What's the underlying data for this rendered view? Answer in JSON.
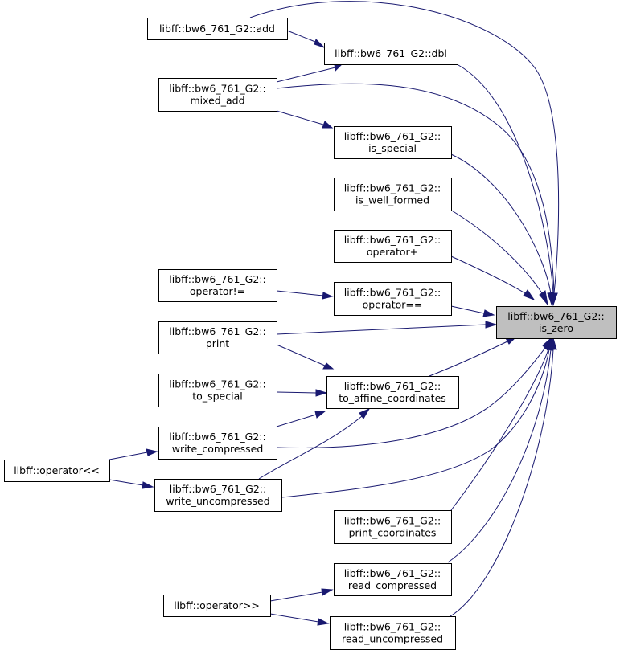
{
  "nodes": [
    {
      "id": "is_zero",
      "lines": [
        "libff::bw6_761_G2::",
        "is_zero"
      ],
      "focus": true
    },
    {
      "id": "add",
      "lines": [
        "libff::bw6_761_G2::add"
      ]
    },
    {
      "id": "dbl",
      "lines": [
        "libff::bw6_761_G2::dbl"
      ]
    },
    {
      "id": "mixed_add",
      "lines": [
        "libff::bw6_761_G2::",
        "mixed_add"
      ]
    },
    {
      "id": "is_special",
      "lines": [
        "libff::bw6_761_G2::",
        "is_special"
      ]
    },
    {
      "id": "is_well_formed",
      "lines": [
        "libff::bw6_761_G2::",
        "is_well_formed"
      ]
    },
    {
      "id": "operator_plus",
      "lines": [
        "libff::bw6_761_G2::",
        "operator+"
      ]
    },
    {
      "id": "operator_neq",
      "lines": [
        "libff::bw6_761_G2::",
        "operator!="
      ]
    },
    {
      "id": "operator_eq",
      "lines": [
        "libff::bw6_761_G2::",
        "operator=="
      ]
    },
    {
      "id": "print",
      "lines": [
        "libff::bw6_761_G2::",
        "print"
      ]
    },
    {
      "id": "to_special",
      "lines": [
        "libff::bw6_761_G2::",
        "to_special"
      ]
    },
    {
      "id": "to_affine",
      "lines": [
        "libff::bw6_761_G2::",
        "to_affine_coordinates"
      ]
    },
    {
      "id": "write_compressed",
      "lines": [
        "libff::bw6_761_G2::",
        "write_compressed"
      ]
    },
    {
      "id": "write_uncompressed",
      "lines": [
        "libff::bw6_761_G2::",
        "write_uncompressed"
      ]
    },
    {
      "id": "operator_lshift",
      "lines": [
        "libff::operator<<"
      ]
    },
    {
      "id": "print_coordinates",
      "lines": [
        "libff::bw6_761_G2::",
        "print_coordinates"
      ]
    },
    {
      "id": "read_compressed",
      "lines": [
        "libff::bw6_761_G2::",
        "read_compressed"
      ]
    },
    {
      "id": "read_uncompressed",
      "lines": [
        "libff::bw6_761_G2::",
        "read_uncompressed"
      ]
    },
    {
      "id": "operator_rshift",
      "lines": [
        "libff::operator>>"
      ]
    }
  ],
  "edges": [
    {
      "from": "add",
      "to": "is_zero"
    },
    {
      "from": "add",
      "to": "dbl"
    },
    {
      "from": "dbl",
      "to": "is_zero"
    },
    {
      "from": "mixed_add",
      "to": "dbl"
    },
    {
      "from": "mixed_add",
      "to": "is_zero"
    },
    {
      "from": "mixed_add",
      "to": "is_special"
    },
    {
      "from": "is_special",
      "to": "is_zero"
    },
    {
      "from": "is_well_formed",
      "to": "is_zero"
    },
    {
      "from": "operator_plus",
      "to": "is_zero"
    },
    {
      "from": "operator_neq",
      "to": "operator_eq"
    },
    {
      "from": "operator_eq",
      "to": "is_zero"
    },
    {
      "from": "print",
      "to": "is_zero"
    },
    {
      "from": "print",
      "to": "to_affine"
    },
    {
      "from": "to_special",
      "to": "to_affine"
    },
    {
      "from": "to_affine",
      "to": "is_zero"
    },
    {
      "from": "write_compressed",
      "to": "to_affine"
    },
    {
      "from": "write_compressed",
      "to": "is_zero"
    },
    {
      "from": "write_uncompressed",
      "to": "to_affine"
    },
    {
      "from": "write_uncompressed",
      "to": "is_zero"
    },
    {
      "from": "operator_lshift",
      "to": "write_compressed"
    },
    {
      "from": "operator_lshift",
      "to": "write_uncompressed"
    },
    {
      "from": "print_coordinates",
      "to": "is_zero"
    },
    {
      "from": "read_compressed",
      "to": "is_zero"
    },
    {
      "from": "read_uncompressed",
      "to": "is_zero"
    },
    {
      "from": "operator_rshift",
      "to": "read_compressed"
    },
    {
      "from": "operator_rshift",
      "to": "read_uncompressed"
    }
  ]
}
